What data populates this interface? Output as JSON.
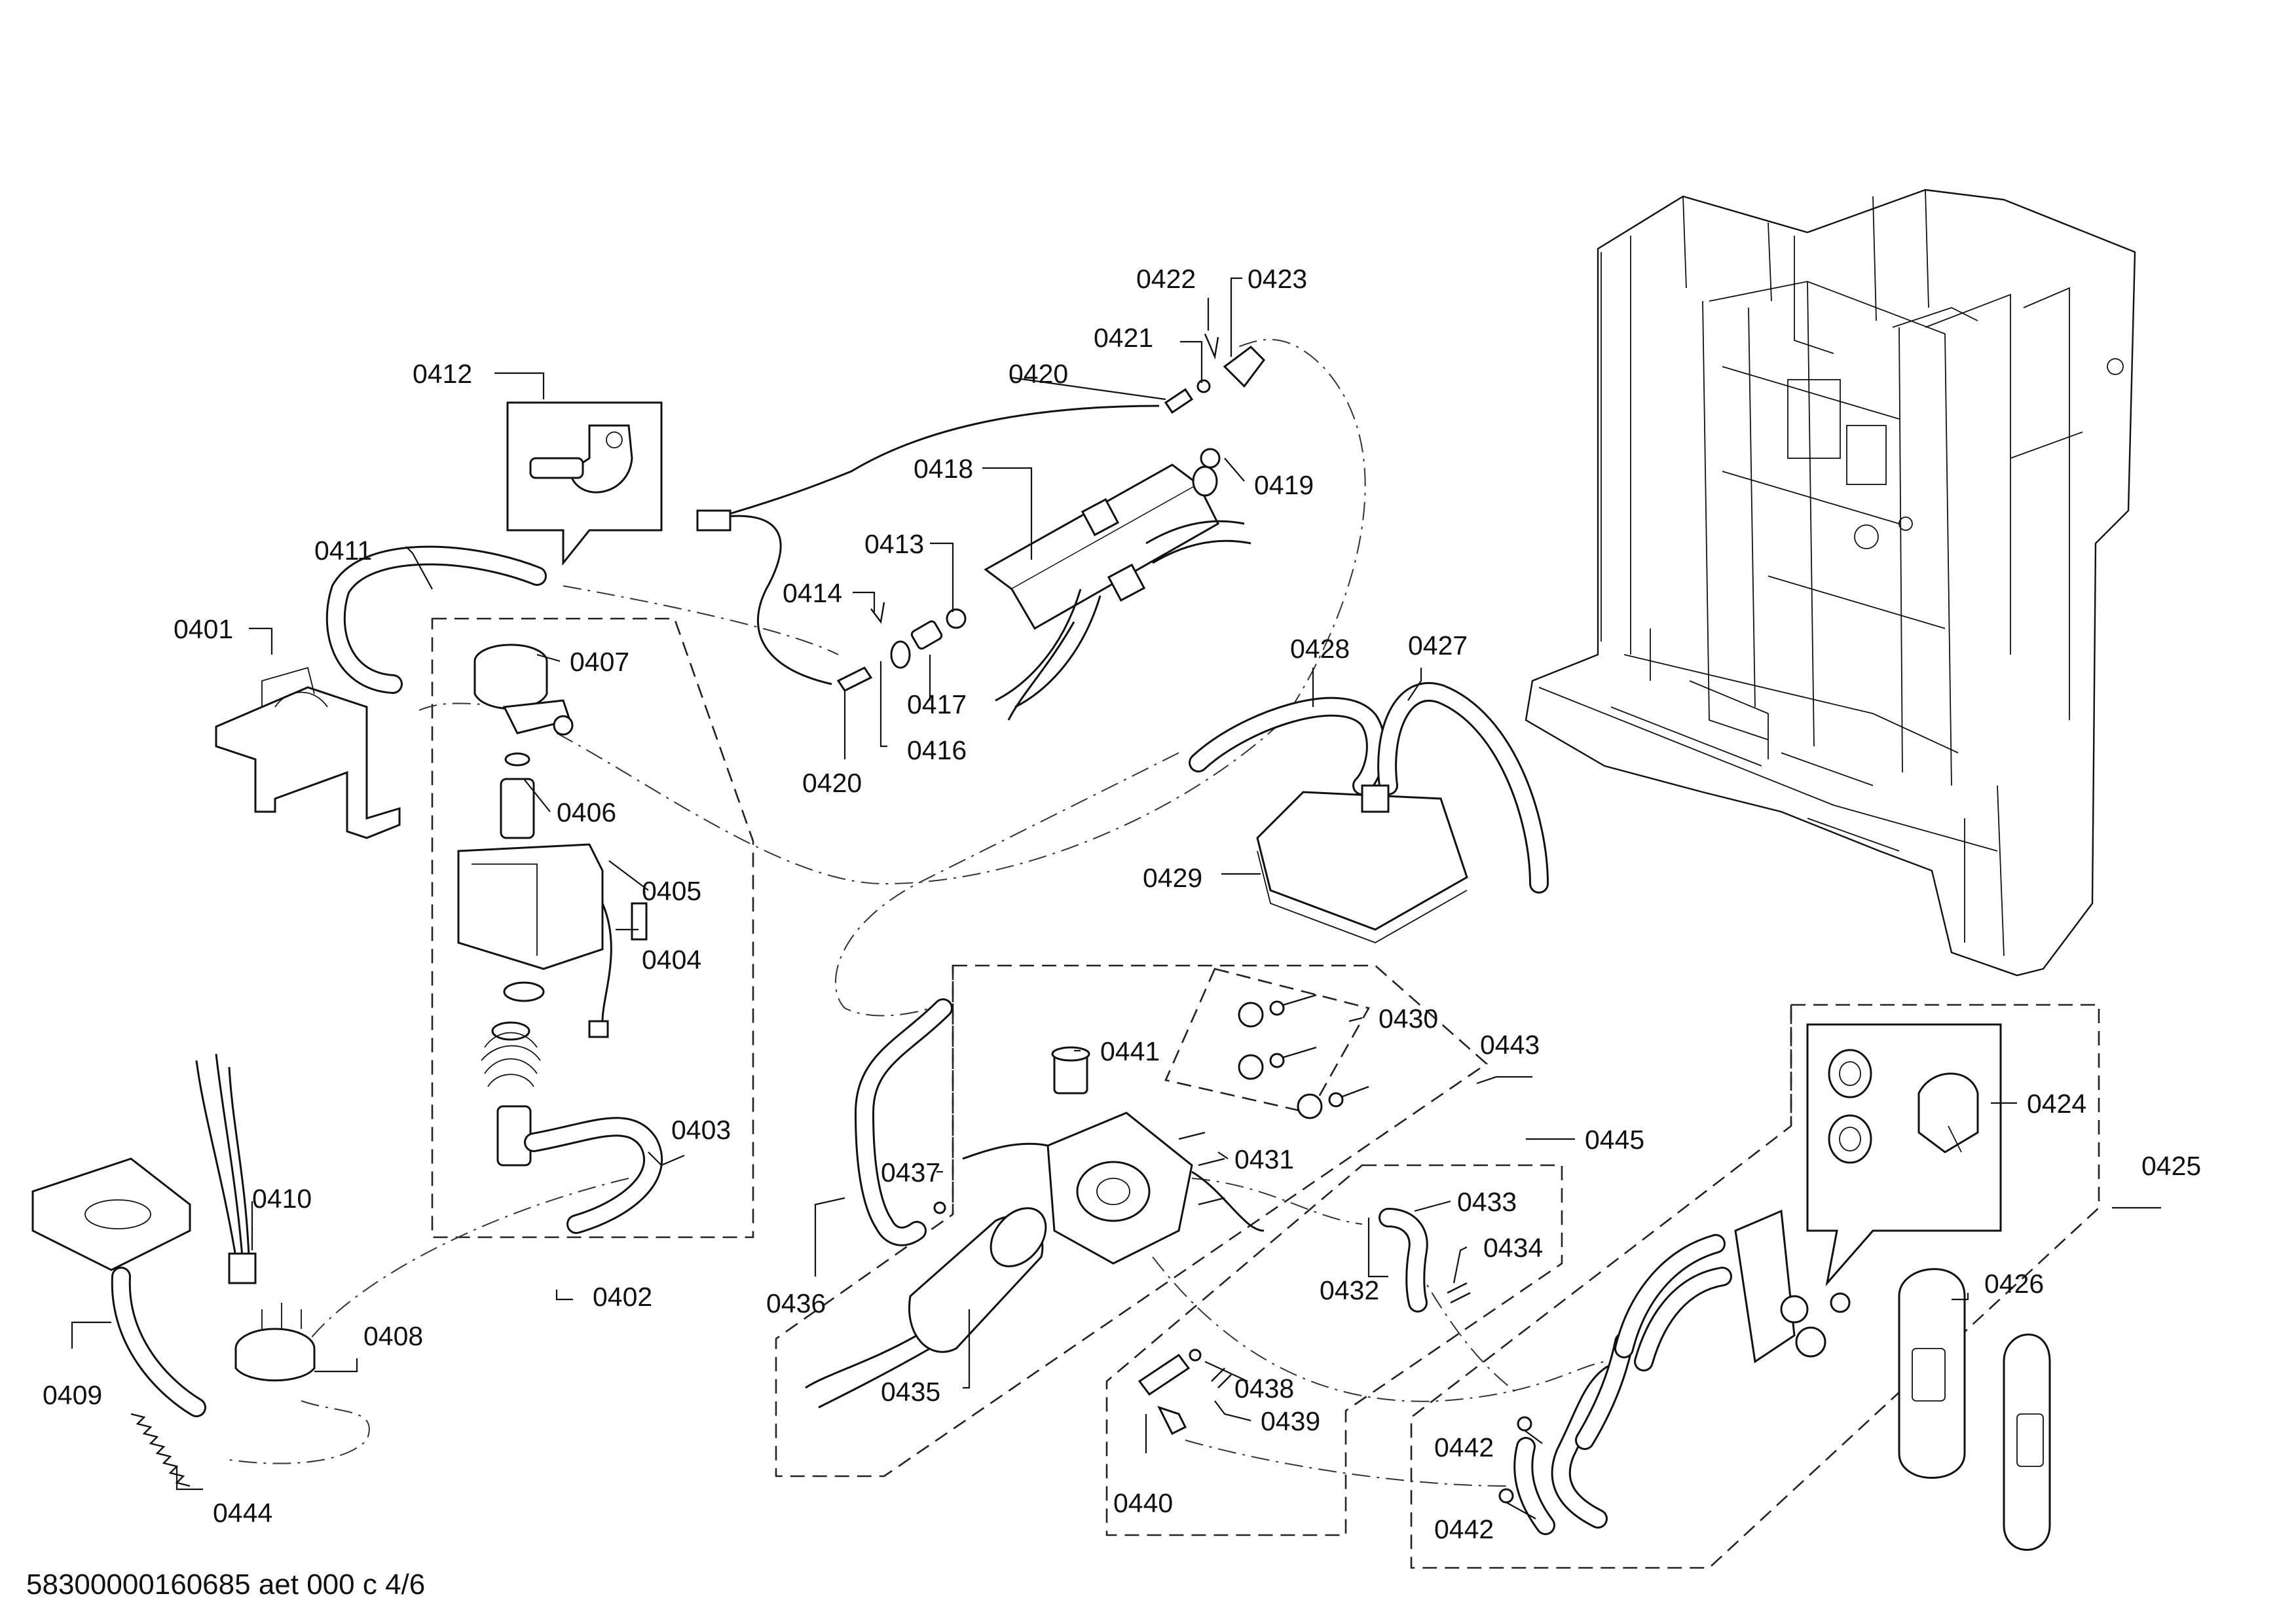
{
  "footer": {
    "text": "58300000160685 aet 000 c 4/6"
  },
  "parts": {
    "p0401": "0401",
    "p0402": "0402",
    "p0403": "0403",
    "p0404": "0404",
    "p0405": "0405",
    "p0406": "0406",
    "p0407": "0407",
    "p0408": "0408",
    "p0409": "0409",
    "p0410": "0410",
    "p0411": "0411",
    "p0412": "0412",
    "p0413": "0413",
    "p0414": "0414",
    "p0416": "0416",
    "p0417": "0417",
    "p0418": "0418",
    "p0419": "0419",
    "p0420a": "0420",
    "p0420b": "0420",
    "p0421": "0421",
    "p0422": "0422",
    "p0423": "0423",
    "p0424": "0424",
    "p0425": "0425",
    "p0426": "0426",
    "p0427": "0427",
    "p0428": "0428",
    "p0429": "0429",
    "p0430": "0430",
    "p0431": "0431",
    "p0432": "0432",
    "p0433": "0433",
    "p0434": "0434",
    "p0435": "0435",
    "p0436": "0436",
    "p0437": "0437",
    "p0438": "0438",
    "p0439": "0439",
    "p0440": "0440",
    "p0441": "0441",
    "p0442a": "0442",
    "p0442b": "0442",
    "p0443": "0443",
    "p0444": "0444",
    "p0445": "0445"
  }
}
